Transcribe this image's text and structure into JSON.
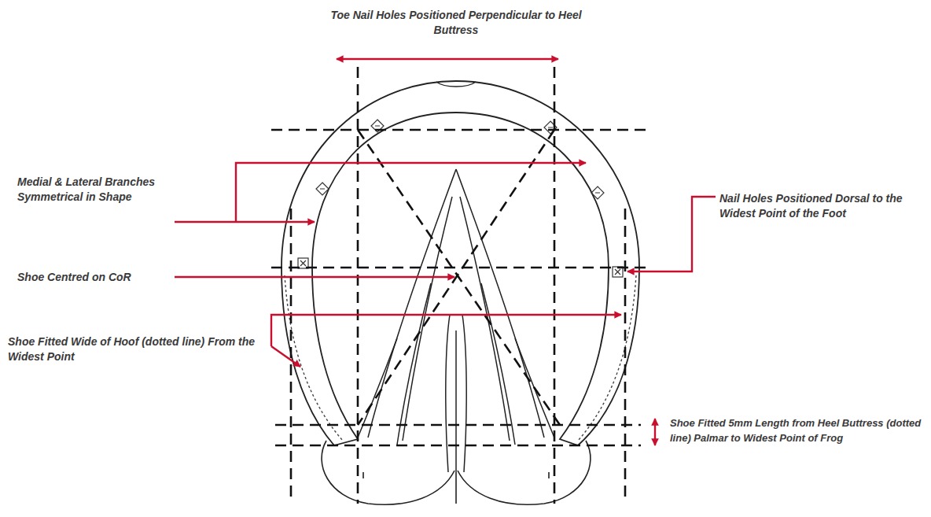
{
  "diagram": {
    "labels": [
      "Toe Nail Holes Positioned Perpendicular to Heel Buttress",
      "Medial & Lateral Branches Symmetrical in Shape",
      "Nail Holes Positioned Dorsal to the Widest Point of the Foot",
      "Shoe Centred on CoR",
      "Shoe Fitted Wide of Hoof (dotted line) From the Widest Point",
      "Shoe Fitted 5mm Length from Heel Buttress (dotted line) Palmar to Widest Point of Frog"
    ]
  }
}
